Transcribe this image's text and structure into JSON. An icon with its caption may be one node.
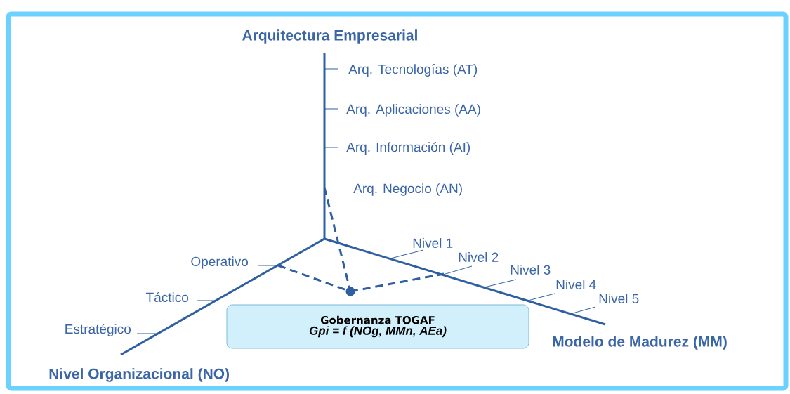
{
  "diagram": {
    "nodes": [
      {
        "text": [
          "Gobernanza TOGAF",
          "Gpi = f (NOg, MMn, AEa)"
        ]
      }
    ],
    "labels": [
      "Arquitectura Empresarial",
      "Arq. Tecnologías (AT)",
      "Arq. Aplicaciones (AA)",
      "Arq. Información (AI)",
      "Arq. Negocio (AN)",
      "Nivel 1",
      "Operativo",
      "Nivel 2",
      "Nivel 3",
      "Nivel 4",
      "Táctico",
      "Nivel 5",
      "Estratégico",
      "Modelo de Madurez (MM)",
      "Nivel Organizacional (NO)"
    ]
  }
}
